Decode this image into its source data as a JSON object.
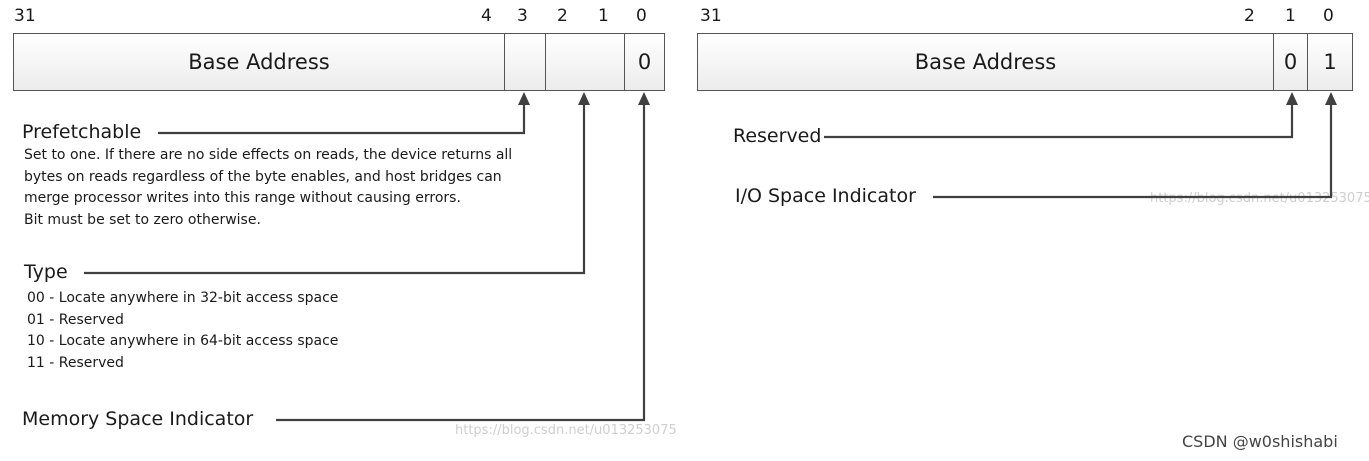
{
  "memory_bar": {
    "bit_labels": [
      "31",
      "4",
      "3",
      "2",
      "1",
      "0"
    ],
    "field_title": "Base Address",
    "bit0_value": "0",
    "prefetchable": {
      "label": "Prefetchable",
      "description": [
        "Set to one. If there are no side effects on reads, the device returns all",
        "bytes on reads regardless of the byte enables, and host bridges can",
        "merge processor writes into this range without causing errors.",
        "Bit must be set to zero otherwise."
      ]
    },
    "type": {
      "label": "Type",
      "options": [
        "00 - Locate anywhere in 32-bit access space",
        "01 - Reserved",
        "10 - Locate anywhere in 64-bit access space",
        "11 - Reserved"
      ]
    },
    "memory_space_indicator": {
      "label": "Memory Space Indicator"
    },
    "watermark": "https://blog.csdn.net/u013253075"
  },
  "io_bar": {
    "bit_labels": [
      "31",
      "2",
      "1",
      "0"
    ],
    "field_title": "Base Address",
    "bit1_value": "0",
    "bit0_value": "1",
    "reserved": {
      "label": "Reserved"
    },
    "io_space_indicator": {
      "label": "I/O Space Indicator"
    },
    "watermark": "https://blog.csdn.net/u013253075"
  },
  "credit": "CSDN @w0shishabi",
  "colors": {
    "line": "#404040",
    "border": "#555555",
    "text": "#1a1a1a",
    "watermark": "#cfcfcf"
  }
}
